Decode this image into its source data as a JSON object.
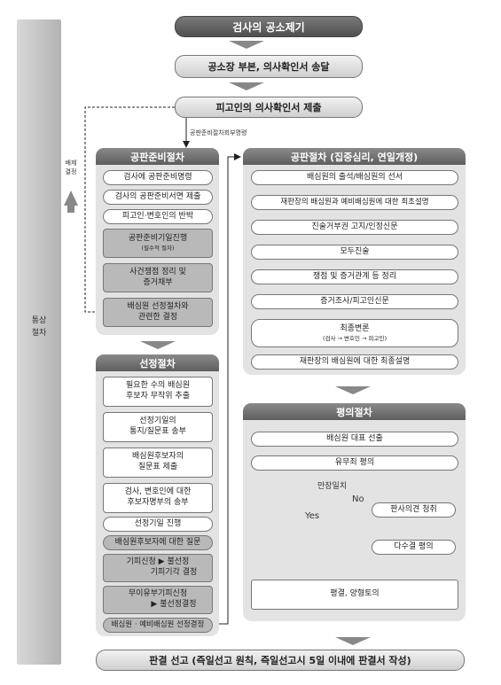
{
  "top": {
    "title": "검사의 공소제기",
    "step2": "공소장 부본, 의사확인서 송달",
    "step3": "피고인의 의사확인서 제출"
  },
  "side": {
    "normal_procedure": [
      "통상",
      "절차"
    ],
    "exclusion_decision": [
      "배제",
      "결정"
    ],
    "order_label": "공판준비절차회부명령"
  },
  "prep": {
    "title": "공판준비절차",
    "items": [
      "검사에 공판준비명령",
      "검사의 공판준비서면 제출",
      "피고인·변호인의 반박"
    ],
    "mandatory": "공판준비기일진행",
    "mandatory_note": "(필수적 절차)",
    "issue": [
      "사건쟁점 정리 및",
      "증거채부"
    ],
    "jury_decision": [
      "배심원 선정절차와",
      "관련한 결정"
    ]
  },
  "selection": {
    "title": "선정절차",
    "items": [
      [
        "필요한 수의 배심원",
        "후보자 무작위 추출"
      ],
      [
        "선정기일의",
        "통지/질문표 송부"
      ],
      [
        "배심원후보자의",
        "질문표 제출"
      ],
      [
        "검사, 변호인에 대한",
        "후보자명부의 송부"
      ],
      [
        "선정기일 진행"
      ]
    ],
    "question": "배심원후보자에 대한 질문",
    "challenge_cause": [
      "기피신청 ▶ 불선정",
      "기피기각 결정"
    ],
    "peremptory": [
      "무이유부기피신청",
      "▶ 불선정결정"
    ],
    "final": "배심원 · 예비배심원 선정결정"
  },
  "trial": {
    "title": "공판절차 (집중심리, 연일개정)",
    "items": [
      "배심원의 출석/배심원의 선서",
      "재판장의 배심원과 예비배심원에 대한 최초설명",
      "진술거부권 고지/인정신문",
      "모두진술",
      "쟁점 및 증거관계 등 정리",
      "증거조사/피고인신문"
    ],
    "closing": "최종변론",
    "closing_note": "(검사 → 변호인 → 피고인)",
    "last": "재판장의 배심원에 대한 최종설명"
  },
  "delib": {
    "title": "평의절차",
    "items": [
      "배심원 대표 선출",
      "유무죄 평의"
    ],
    "unanimity": "만장일치",
    "yes": "Yes",
    "no": "No",
    "opinion": "판사의견 청취",
    "majority": "다수결 평의",
    "verdict": "평결, 양형토의"
  },
  "bottom": {
    "final": "판결 선고 (즉일선고 원칙, 즉일선고시 5일 이내에 판결서 작성)"
  }
}
